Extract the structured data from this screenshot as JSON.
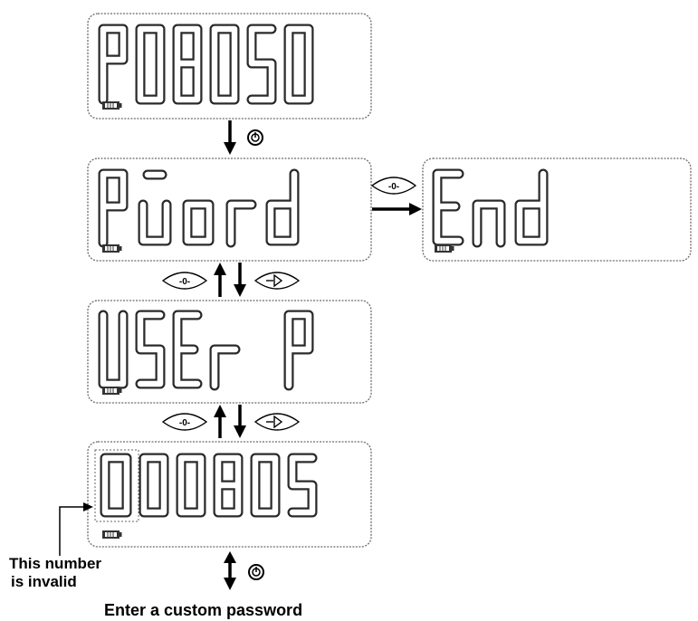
{
  "panels": [
    {
      "id": "p08050",
      "text": "P08050"
    },
    {
      "id": "pword",
      "text": "Pword"
    },
    {
      "id": "end",
      "text": "End"
    },
    {
      "id": "user-p",
      "text": "USEr P"
    },
    {
      "id": "digits",
      "text": "000805"
    }
  ],
  "annotations": {
    "invalid_line1": "This number",
    "invalid_line2": "is invalid",
    "custom_password": "Enter a custom password"
  },
  "icons": {
    "battery": "battery-icon",
    "mode_button": "mode-button-icon",
    "left_button": "left-button-icon",
    "right_button": "right-button-icon",
    "confirm_button": "confirm-button-icon"
  }
}
